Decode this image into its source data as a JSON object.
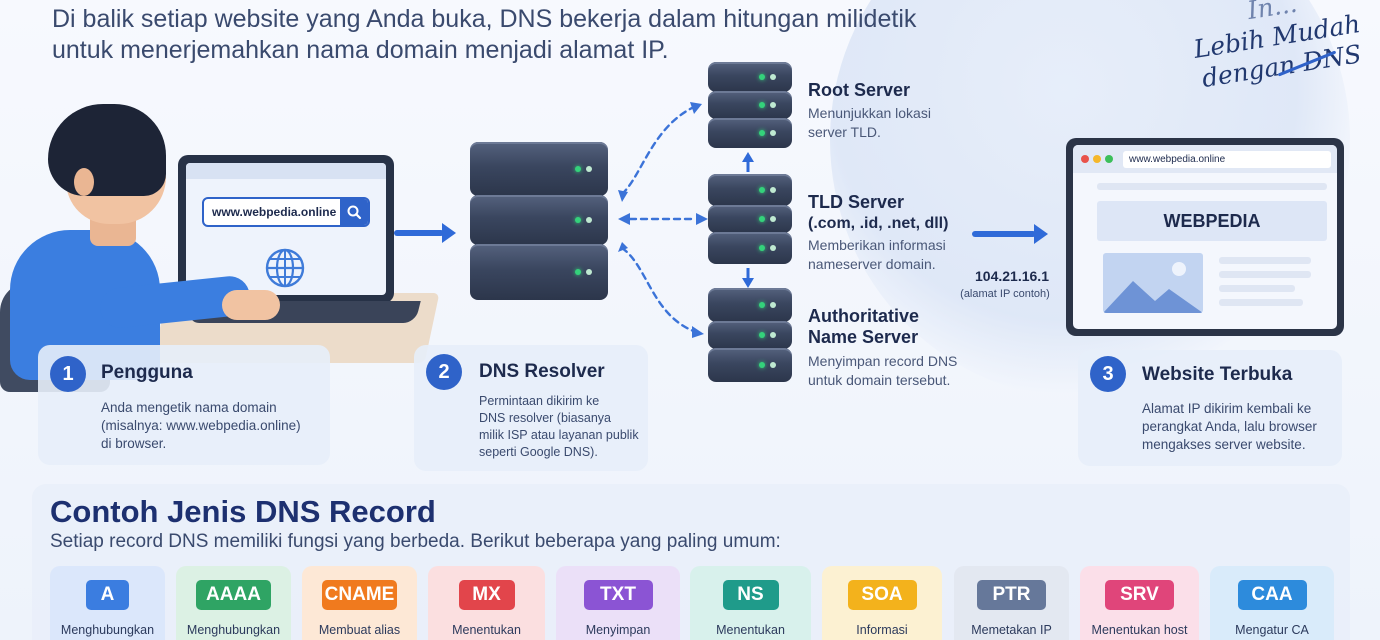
{
  "intro": {
    "line1": "Di balik setiap website yang Anda buka, DNS bekerja dalam hitungan milidetik",
    "line2": "untuk menerjemahkan nama domain menjadi alamat IP."
  },
  "script_note": {
    "line1": "In...",
    "line2": "Lebih Mudah",
    "line3": "dengan DNS"
  },
  "laptop": {
    "url": "www.webpedia.online",
    "icons": [
      "search-icon",
      "globe-icon"
    ]
  },
  "servers": {
    "root": {
      "title": "Root Server",
      "desc1": "Menunjukkan lokasi",
      "desc2": "server TLD."
    },
    "tld": {
      "title1": "TLD Server",
      "title2": "(.com, .id, .net, dll)",
      "desc1": "Memberikan informasi",
      "desc2": "nameserver domain."
    },
    "auth": {
      "title1": "Authoritative",
      "title2": "Name Server",
      "desc1": "Menyimpan record DNS",
      "desc2": "untuk domain tersebut."
    }
  },
  "browser": {
    "url": "www.webpedia.online",
    "brand": "WEBPEDIA"
  },
  "ip": {
    "value": "104.21.16.1",
    "note": "(alamat IP contoh)"
  },
  "steps": [
    {
      "num": "1",
      "title": "Pengguna",
      "text": [
        "Anda mengetik nama domain",
        "(misalnya: www.webpedia.online)",
        "di browser."
      ]
    },
    {
      "num": "2",
      "title": "DNS Resolver",
      "text": [
        "Permintaan dikirim ke",
        "DNS resolver (biasanya",
        "milik ISP atau layanan publik",
        "seperti Google DNS)."
      ]
    },
    {
      "num": "3",
      "title": "Website Terbuka",
      "text": [
        "Alamat IP dikirim kembali ke",
        "perangkat Anda, lalu browser",
        "mengakses server website."
      ]
    }
  ],
  "records": {
    "title": "Contoh Jenis DNS Record",
    "subtitle": "Setiap record DNS memiliki fungsi yang berbeda. Berikut beberapa yang paling umum:",
    "items": [
      {
        "name": "A",
        "desc": "Menghubungkan",
        "color": "#3b7de0",
        "bg": "#dbe7fb"
      },
      {
        "name": "AAAA",
        "desc": "Menghubungkan",
        "color": "#2fa464",
        "bg": "#dcf1e4"
      },
      {
        "name": "CNAME",
        "desc": "Membuat alias",
        "color": "#f07a1e",
        "bg": "#fde8d6"
      },
      {
        "name": "MX",
        "desc": "Menentukan",
        "color": "#e2454b",
        "bg": "#fbdfe0"
      },
      {
        "name": "TXT",
        "desc": "Menyimpan",
        "color": "#8b54d4",
        "bg": "#ebe0f8"
      },
      {
        "name": "NS",
        "desc": "Menentukan",
        "color": "#1f9b8a",
        "bg": "#d8f1ec"
      },
      {
        "name": "SOA",
        "desc": "Informasi",
        "color": "#f3b21c",
        "bg": "#fcf1d2"
      },
      {
        "name": "PTR",
        "desc": "Memetakan IP",
        "color": "#66789a",
        "bg": "#e3e8f1"
      },
      {
        "name": "SRV",
        "desc": "Menentukan host",
        "color": "#e0457a",
        "bg": "#fbdfe9"
      },
      {
        "name": "CAA",
        "desc": "Mengatur CA",
        "color": "#2d8bdc",
        "bg": "#d9ebfa"
      }
    ]
  }
}
